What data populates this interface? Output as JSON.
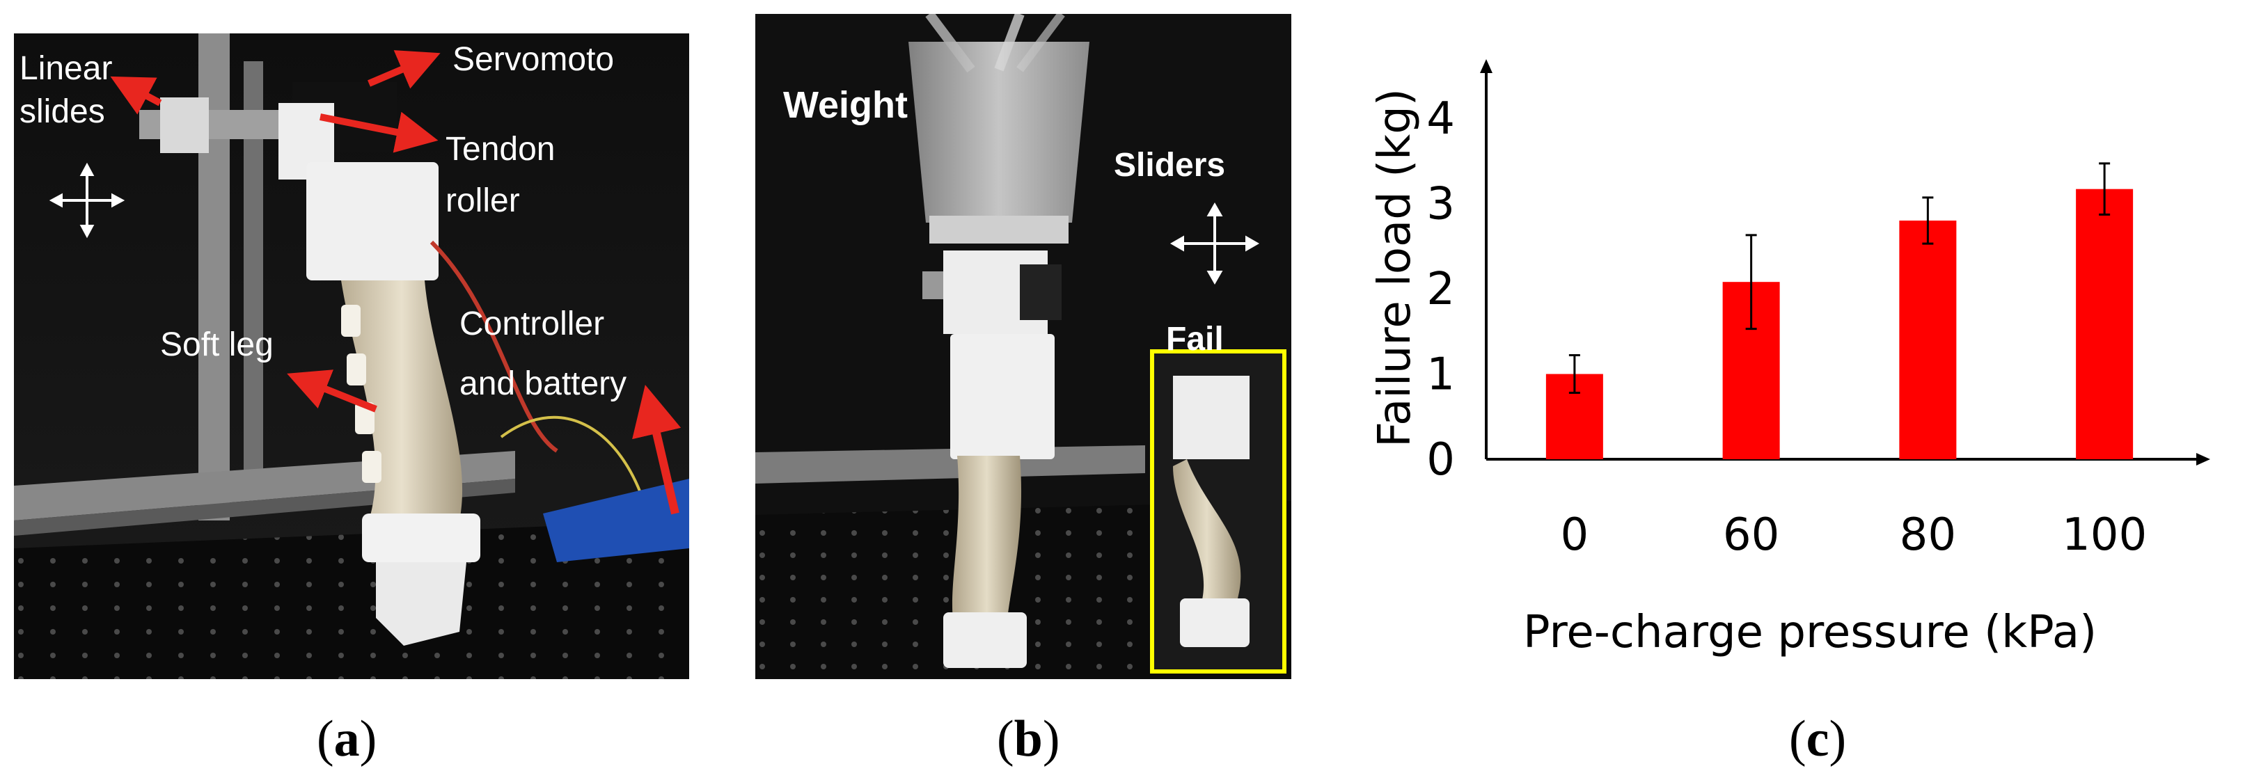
{
  "panels": {
    "a": {
      "label_open": "(",
      "label_letter": "a",
      "label_close": ")",
      "annotations": {
        "linear_slides": "Linear\nslides",
        "servomotor": "Servomoto",
        "tendon_roller": "Tendon\nroller",
        "soft_leg": "Soft leg",
        "controller_battery": "Controller\nand battery"
      }
    },
    "b": {
      "label_open": "(",
      "label_letter": "b",
      "label_close": ")",
      "annotations": {
        "weight": "Weight",
        "sliders": "Sliders",
        "fail": "Fail"
      }
    },
    "c": {
      "label_open": "(",
      "label_letter": "c",
      "label_close": ")"
    }
  },
  "colors": {
    "bar": "#ff0000",
    "arrow": "#e8261f",
    "fail_box": "#ffff00",
    "axis": "#000000"
  },
  "chart_data": {
    "type": "bar",
    "categories": [
      "0",
      "60",
      "80",
      "100"
    ],
    "values": [
      1.0,
      2.08,
      2.8,
      3.17
    ],
    "errors": [
      0.22,
      0.55,
      0.27,
      0.3
    ],
    "xlabel": "Pre-charge pressure (kPa)",
    "ylabel": "Failure load (kg)",
    "yticks": [
      "0",
      "1",
      "2",
      "3",
      "4"
    ],
    "ylim": [
      0,
      4
    ],
    "title": "",
    "grid": false,
    "legend": "none"
  }
}
